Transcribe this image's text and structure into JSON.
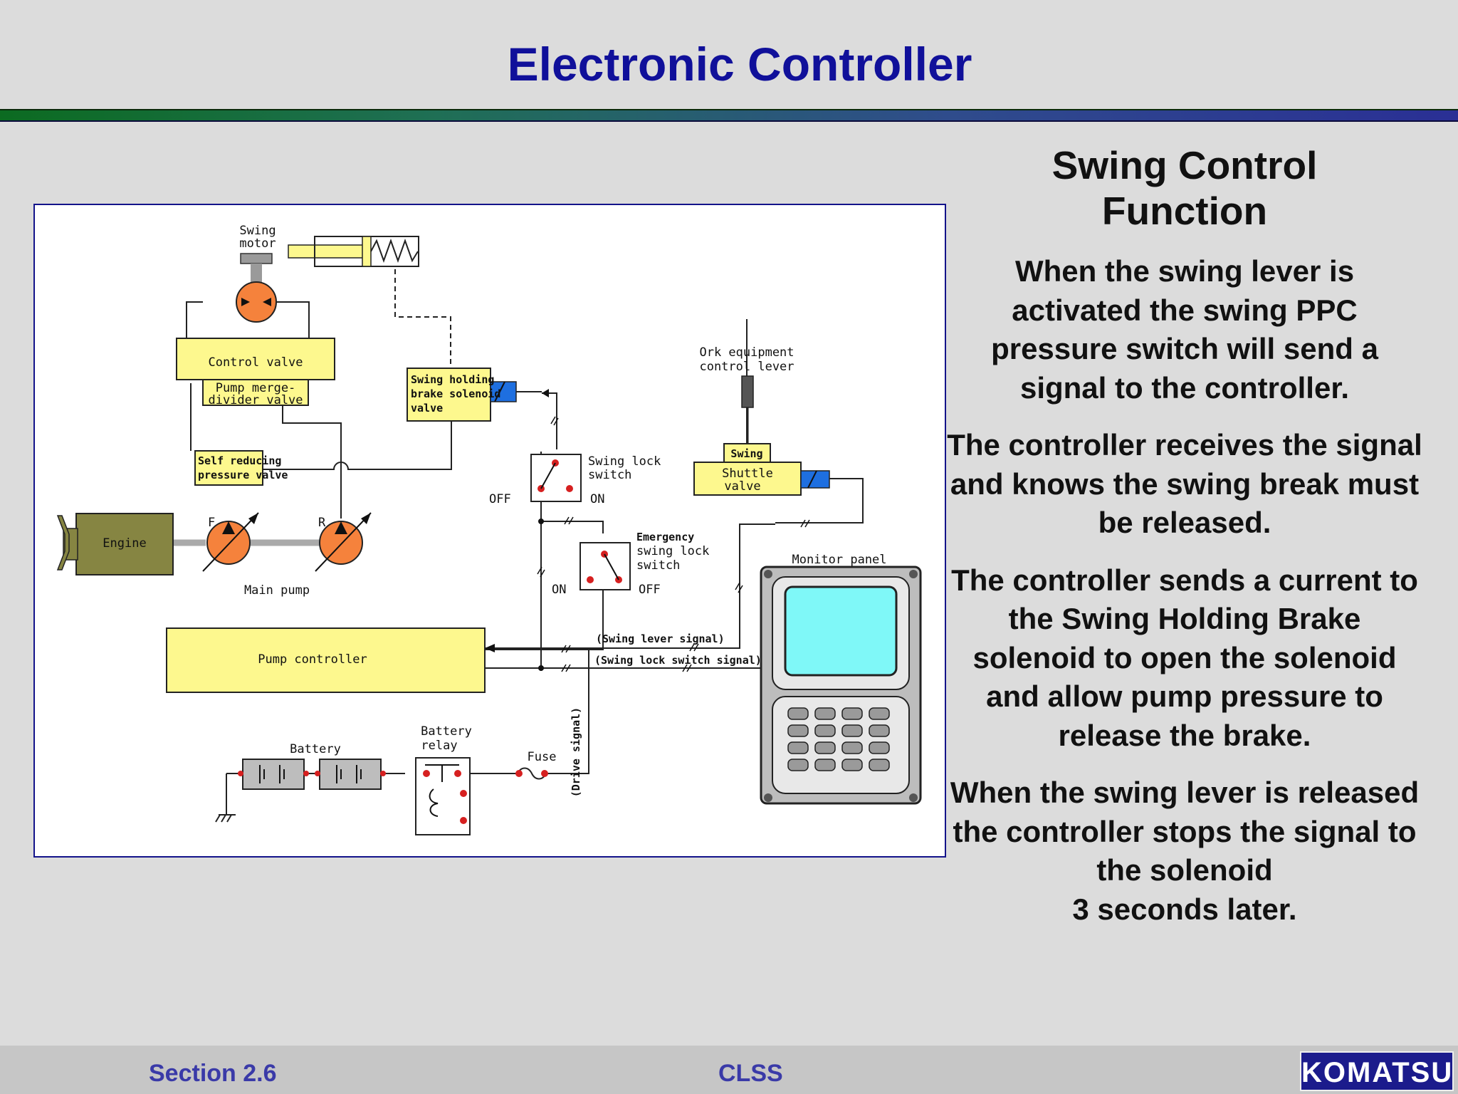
{
  "header": {
    "title": "Electronic Controller"
  },
  "diagram": {
    "labels": {
      "swing_motor_1": "Swing",
      "swing_motor_2": "motor",
      "control_valve": "Control valve",
      "pump_merge_1": "Pump merge-",
      "pump_merge_2": "divider valve",
      "holding_1": "Swing holding",
      "holding_2": "brake solenoid",
      "holding_3": "valve",
      "self_reducing_1": "Self reducing",
      "self_reducing_2": "pressure valve",
      "engine": "Engine",
      "f": "F",
      "r": "R",
      "main_pump": "Main pump",
      "swing_lock_1": "Swing lock",
      "swing_lock_2": "switch",
      "off1": "OFF",
      "on1": "ON",
      "emergency_1": "Emergency",
      "emergency_2": "swing lock",
      "emergency_3": "switch",
      "on2": "ON",
      "off2": "OFF",
      "work_lever_1": "Ork equipment",
      "work_lever_2": "control lever",
      "swing_tag": "Swing",
      "shuttle_1": "Shuttle",
      "shuttle_2": "valve",
      "monitor_panel": "Monitor panel",
      "pump_controller": "Pump controller",
      "swing_lever_signal": "(Swing lever signal)",
      "swing_lock_signal": "(Swing lock switch signal)",
      "drive_signal": "(Drive signal)",
      "battery": "Battery",
      "battery_relay_1": "Battery",
      "battery_relay_2": "relay",
      "fuse": "Fuse"
    },
    "colors": {
      "component": "#fdf88e",
      "pump": "#f5823c",
      "engine": "#868542",
      "solenoid": "#1e6fe0",
      "screen": "#7ff8f8"
    }
  },
  "side": {
    "heading_1": "Swing Control",
    "heading_2": "Function",
    "para1": "When the swing lever is activated the swing PPC pressure switch will send a signal to the controller.",
    "para2": "The controller receives the signal and knows the swing break must be released.",
    "para3": "The controller sends a current to the Swing Holding Brake solenoid to open the solenoid and allow pump pressure to release the brake.",
    "para4_line1": "When the swing lever is released the controller stops the signal to the solenoid",
    "para4_line2": "3 seconds later."
  },
  "footer": {
    "section": "Section 2.6",
    "center": "CLSS",
    "logo": "KOMATSU"
  }
}
